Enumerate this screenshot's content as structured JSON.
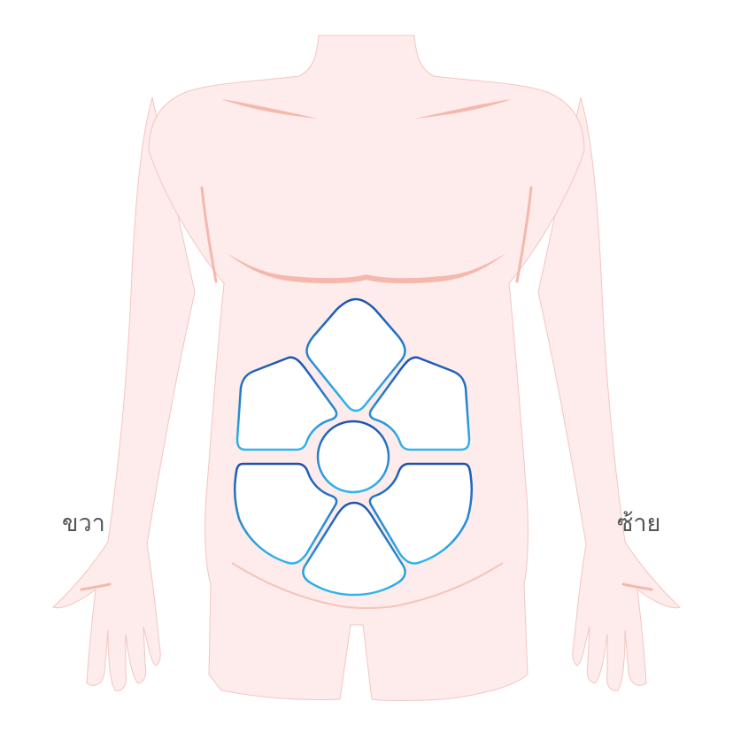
{
  "labels": {
    "right_side": "ขวา",
    "left_side": "ซ้าย"
  },
  "colors": {
    "skin": "#fdeceb",
    "skin_outline": "#f3c6c1",
    "muscle_line": "#f5b8ad",
    "region_fill": "#ffffff",
    "region_stroke_dark": "#1d53b0",
    "region_stroke_light": "#2fb6ec"
  },
  "regions": [
    {
      "name": "upper-middle"
    },
    {
      "name": "upper-right"
    },
    {
      "name": "upper-left"
    },
    {
      "name": "center"
    },
    {
      "name": "lower-right"
    },
    {
      "name": "lower-left"
    },
    {
      "name": "lower-middle"
    }
  ]
}
